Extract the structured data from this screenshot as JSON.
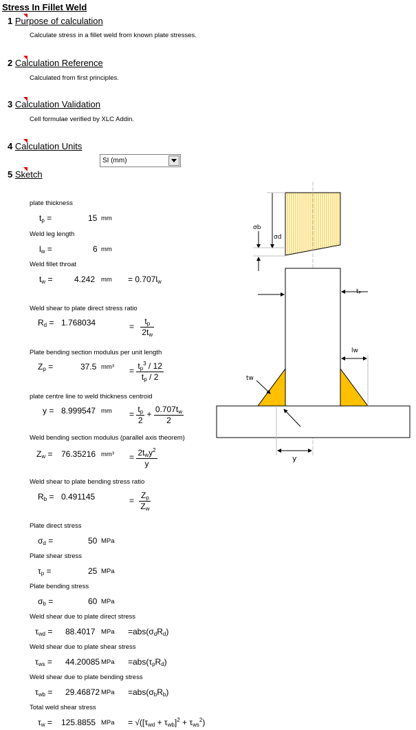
{
  "title": "Stress In Fillet Weld",
  "sections": [
    {
      "num": "1",
      "label": "Purpose of calculation",
      "note": "Calculate stress in a fillet weld from known plate stresses."
    },
    {
      "num": "2",
      "label": "Calculation Reference",
      "note": "Calculated from first principles."
    },
    {
      "num": "3",
      "label": "Calculation Validation",
      "note": "Cell formulae verified by XLC Addin."
    },
    {
      "num": "4",
      "label": "Calculation Units",
      "note": ""
    },
    {
      "num": "5",
      "label": "Sketch",
      "note": ""
    }
  ],
  "units_select": {
    "value": "SI (mm)"
  },
  "calc": {
    "tp_label": "plate thickness",
    "tp_val": "15",
    "tp_unit": "mm",
    "lw_label": "Weld leg length",
    "lw_val": "6",
    "lw_unit": "mm",
    "tw_label": "Weld fillet throat",
    "tw_val": "4.242",
    "tw_unit": "mm",
    "tw_f": "= 0.707l",
    "rd_label": "Weld shear to plate direct stress ratio",
    "rd_val": "1.768034",
    "zp_label": "Plate bending section modulus per unit length",
    "zp_val": "37.5",
    "zp_unit": "mm³",
    "y_label": "plate centre line to weld thickness centroid",
    "y_val": "8.999547",
    "y_unit": "mm",
    "zw_label": "Weld bending section modulus (parallel axis theorem)",
    "zw_val": "76.35216",
    "zw_unit": "mm³",
    "rb_label": "Weld shear to plate bending stress ratio",
    "rb_val": "0.491145",
    "sd_label": "Plate direct stress",
    "sd_val": "50",
    "sd_unit": "MPa",
    "taup_label": "Plate shear stress",
    "taup_val": "25",
    "taup_unit": "MPa",
    "sb_label": "Plate bending stress",
    "sb_val": "60",
    "sb_unit": "MPa",
    "twd_label": "Weld shear due to plate direct stress",
    "twd_val": "88.4017",
    "twd_unit": "MPa",
    "tws_label": "Weld shear due to plate shear stress",
    "tws_val": "44.20085",
    "tws_unit": "MPa",
    "twb_label": "Weld shear due to plate bending stress",
    "twb_val": "29.46872",
    "twb_unit": "MPa",
    "tw2_label": "Total weld shear stress",
    "tw2_val": "125.8855",
    "tw2_unit": "MPa"
  },
  "sketch": {
    "sb": "σb",
    "sd": "σd",
    "tp": "tₚ",
    "lw": "lw",
    "tw": "tw",
    "y": "y",
    "weld_color": "#ffc000"
  }
}
